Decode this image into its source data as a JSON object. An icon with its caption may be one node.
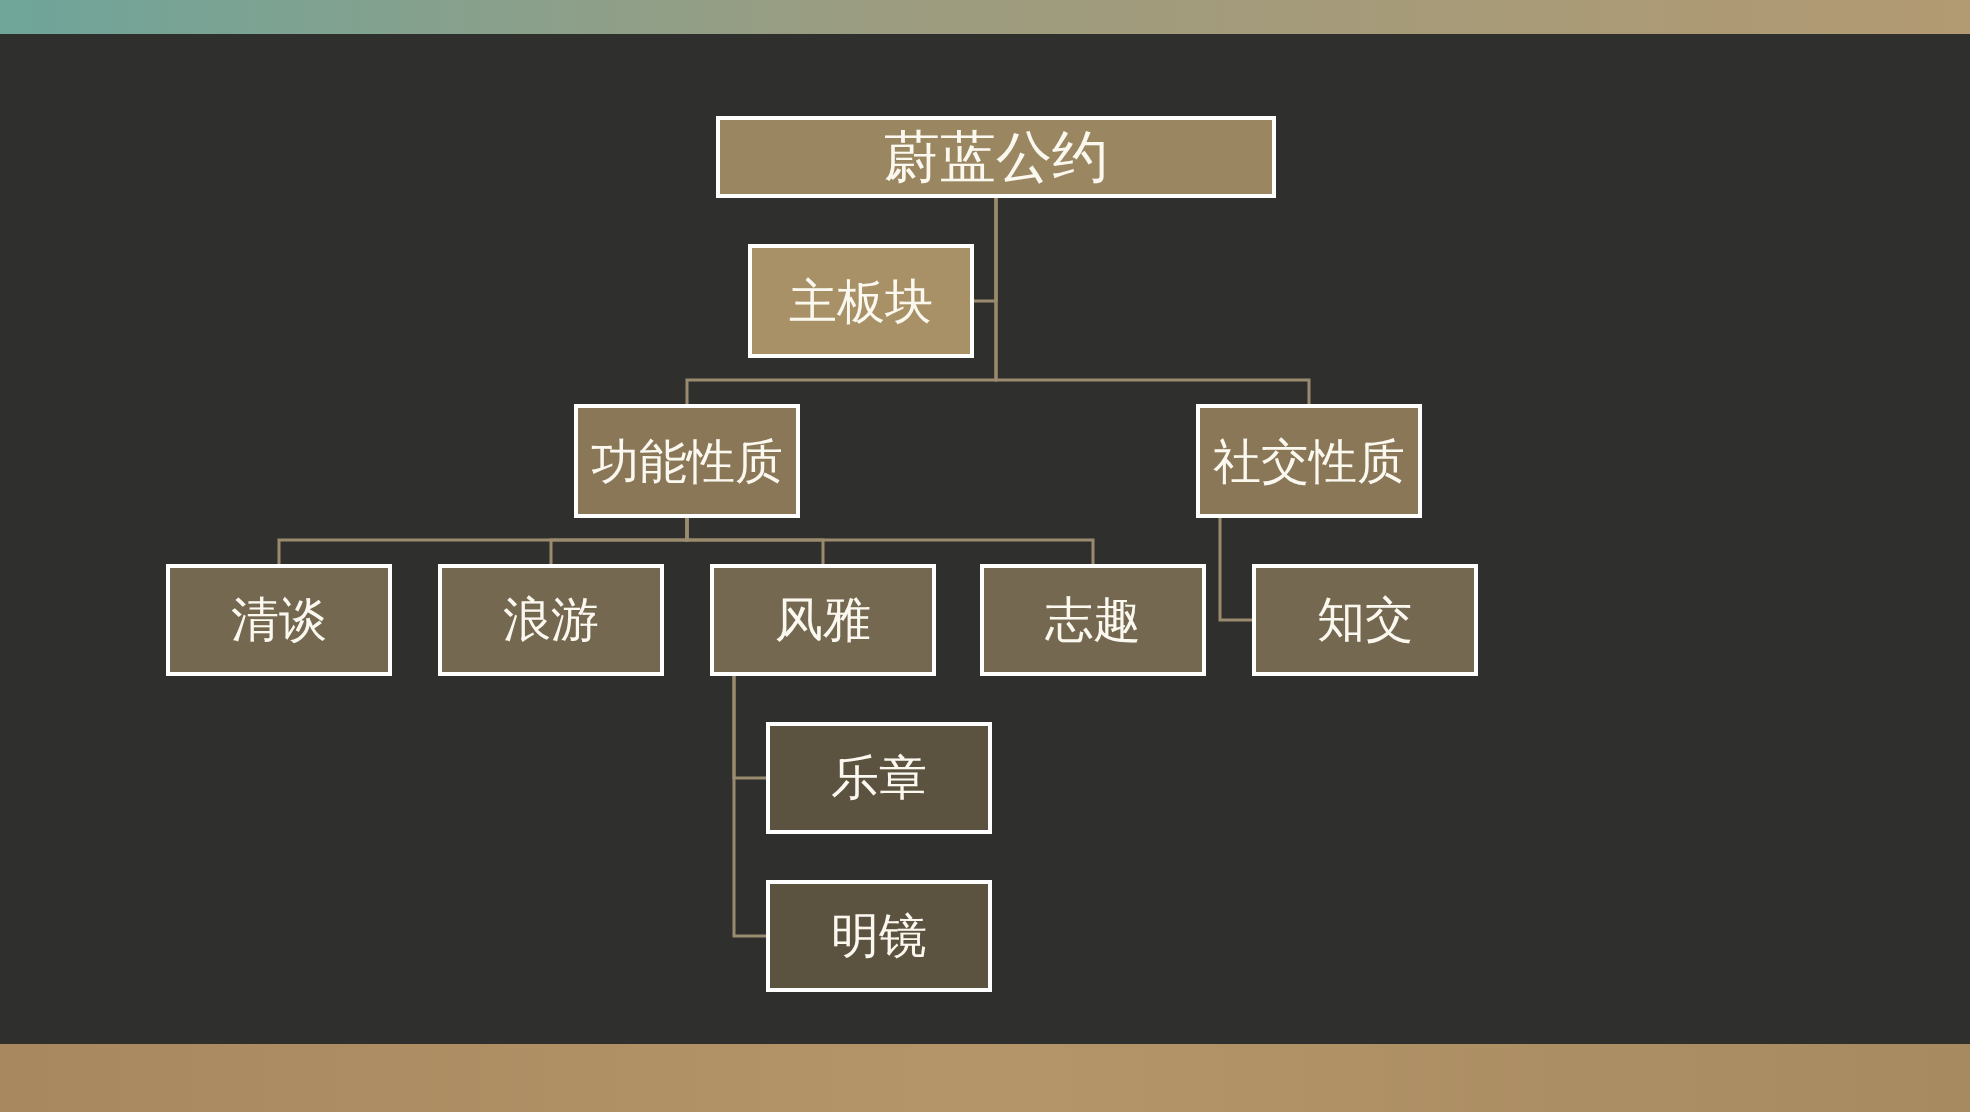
{
  "diagram": {
    "nodes": [
      {
        "text": [
          "蔚蓝公约"
        ]
      },
      {
        "text": [
          "主板块"
        ]
      },
      {
        "text": [
          "功能性质"
        ]
      },
      {
        "text": [
          "社交性质"
        ]
      },
      {
        "text": [
          "清谈"
        ]
      },
      {
        "text": [
          "浪游"
        ]
      },
      {
        "text": [
          "风雅"
        ]
      },
      {
        "text": [
          "志趣"
        ]
      },
      {
        "text": [
          "知交"
        ]
      },
      {
        "text": [
          "乐章"
        ]
      },
      {
        "text": [
          "明镜"
        ]
      }
    ],
    "edges": [
      {
        "from": 0,
        "to": 1,
        "arrow": "none"
      },
      {
        "from": 0,
        "to": 2,
        "arrow": "none"
      },
      {
        "from": 0,
        "to": 3,
        "arrow": "none"
      },
      {
        "from": 2,
        "to": 4,
        "arrow": "none"
      },
      {
        "from": 2,
        "to": 5,
        "arrow": "none"
      },
      {
        "from": 2,
        "to": 6,
        "arrow": "none"
      },
      {
        "from": 2,
        "to": 7,
        "arrow": "none"
      },
      {
        "from": 3,
        "to": 8,
        "arrow": "none"
      },
      {
        "from": 6,
        "to": 9,
        "arrow": "none"
      },
      {
        "from": 6,
        "to": 10,
        "arrow": "none"
      }
    ]
  }
}
